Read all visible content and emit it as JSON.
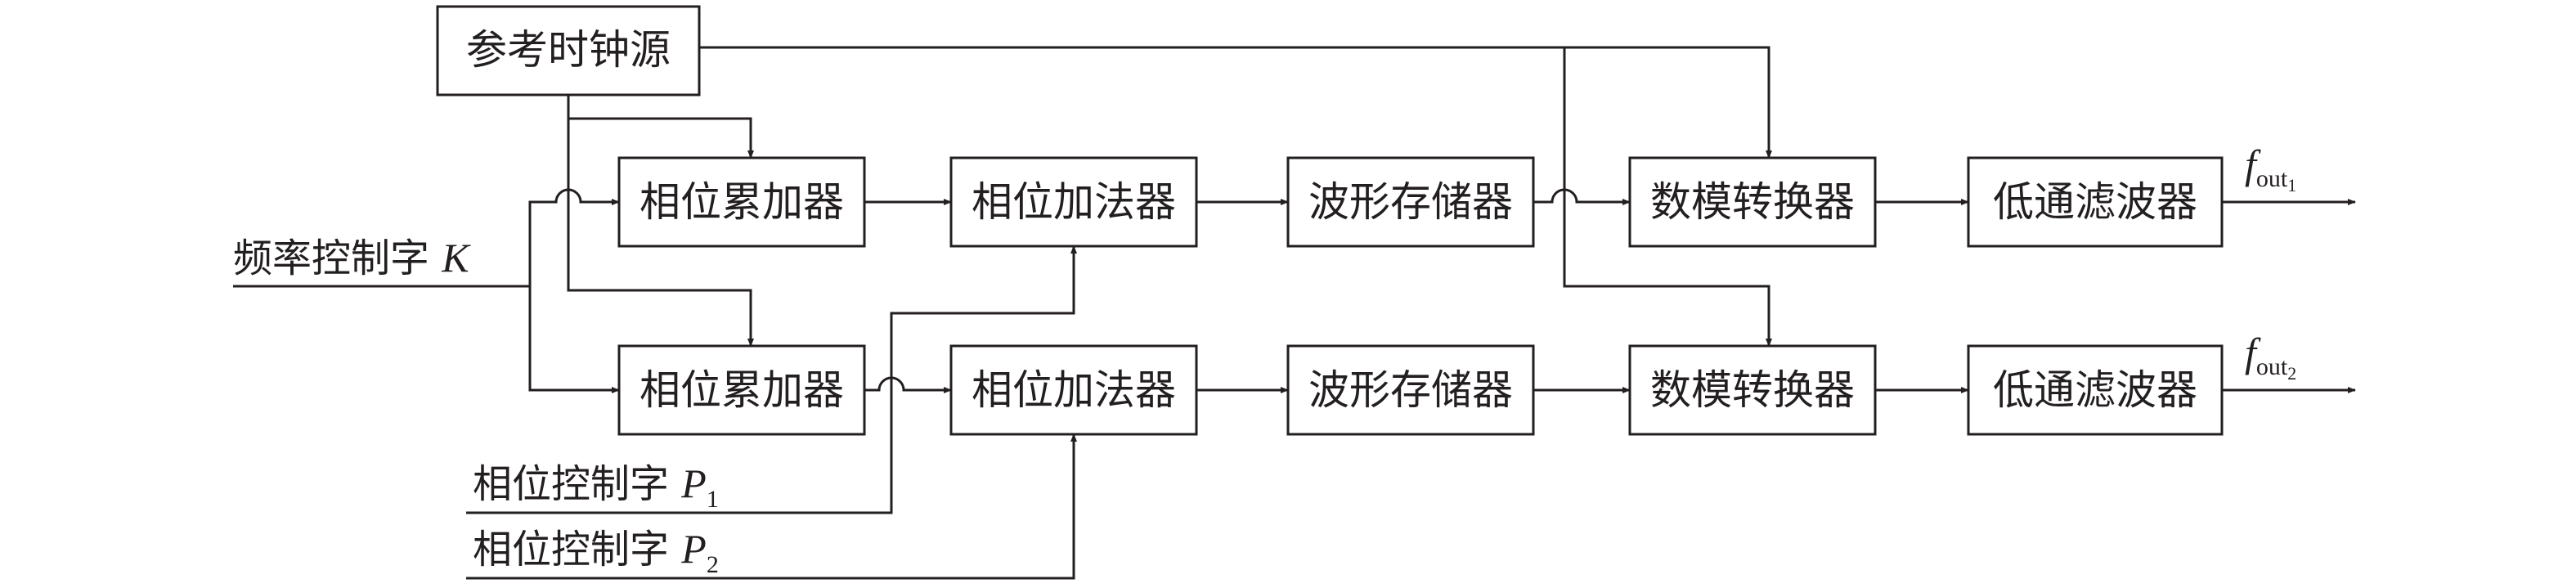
{
  "blocks": {
    "reference_clock": "参考时钟源",
    "phase_accumulator": "相位累加器",
    "phase_adder": "相位加法器",
    "waveform_memory": "波形存储器",
    "dac": "数模转换器",
    "lowpass_filter": "低通滤波器"
  },
  "inputs": {
    "freq_word": {
      "text": "频率控制字 ",
      "var": "K"
    },
    "phase_word_1": {
      "text": "相位控制字 ",
      "var": "P",
      "sub": "1"
    },
    "phase_word_2": {
      "text": "相位控制字 ",
      "var": "P",
      "sub": "2"
    }
  },
  "outputs": {
    "out1": {
      "var": "f",
      "sub": "out",
      "subsub": "1"
    },
    "out2": {
      "var": "f",
      "sub": "out",
      "subsub": "2"
    }
  },
  "colors": {
    "line": "#231f20",
    "background": "#ffffff"
  }
}
